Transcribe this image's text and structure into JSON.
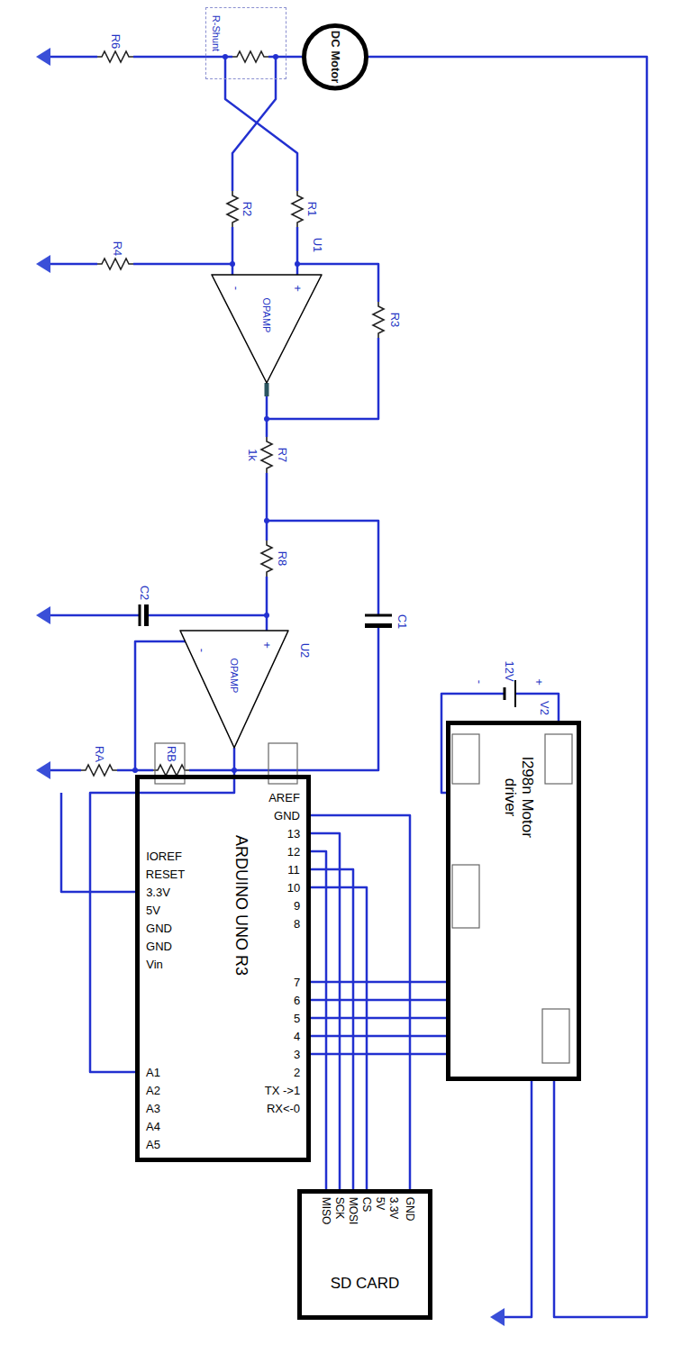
{
  "diagram": {
    "nodes": [
      {
        "text": [
          "R-Shunt"
        ]
      },
      {
        "text": [
          "DC Motor"
        ]
      },
      {
        "text": [
          "OPAMP"
        ]
      },
      {
        "text": [
          "OPAMP"
        ]
      },
      {
        "text": [
          "l298n Motor driver"
        ]
      },
      {
        "text": [
          "ARDUINO UNO R3"
        ]
      },
      {
        "text": [
          "SD CARD"
        ]
      }
    ],
    "edges": [
      {
        "from": 0,
        "to": 1,
        "arrow": "none"
      },
      {
        "from": 1,
        "to": 4,
        "arrow": "none"
      },
      {
        "from": 3,
        "to": 5,
        "arrow": "none"
      },
      {
        "from": 5,
        "to": 4,
        "arrow": "none"
      },
      {
        "from": 5,
        "to": 4,
        "arrow": "none"
      },
      {
        "from": 5,
        "to": 4,
        "arrow": "none"
      },
      {
        "from": 5,
        "to": 4,
        "arrow": "none"
      },
      {
        "from": 5,
        "to": 4,
        "arrow": "none"
      },
      {
        "from": 5,
        "to": 6,
        "arrow": "none"
      },
      {
        "from": 5,
        "to": 6,
        "arrow": "none"
      },
      {
        "from": 5,
        "to": 6,
        "arrow": "none"
      },
      {
        "from": 5,
        "to": 6,
        "arrow": "none"
      },
      {
        "from": 5,
        "to": 6,
        "arrow": "none"
      }
    ],
    "labels": [
      "R6",
      "R2",
      "R1",
      "R4",
      "U1",
      "-",
      "+",
      "R3",
      "1k",
      "R7",
      "R8",
      "C2",
      "U2",
      "+",
      "-",
      "C1",
      "RA",
      "RB",
      "12V",
      "V2",
      "+",
      "-",
      "IOREF",
      "RESET",
      "3.3V",
      "5V",
      "GND",
      "GND",
      "Vin",
      "A1",
      "A2",
      "A3",
      "A4",
      "A5",
      "AREF",
      "GND",
      "13",
      "12",
      "11",
      "10",
      "9",
      "8",
      "7",
      "6",
      "5",
      "4",
      "3",
      "2",
      "TX ->1",
      "RX<-0",
      "GND",
      "3.3V",
      "5V",
      "CS",
      "MOSI",
      "SCK",
      "MISO"
    ]
  }
}
